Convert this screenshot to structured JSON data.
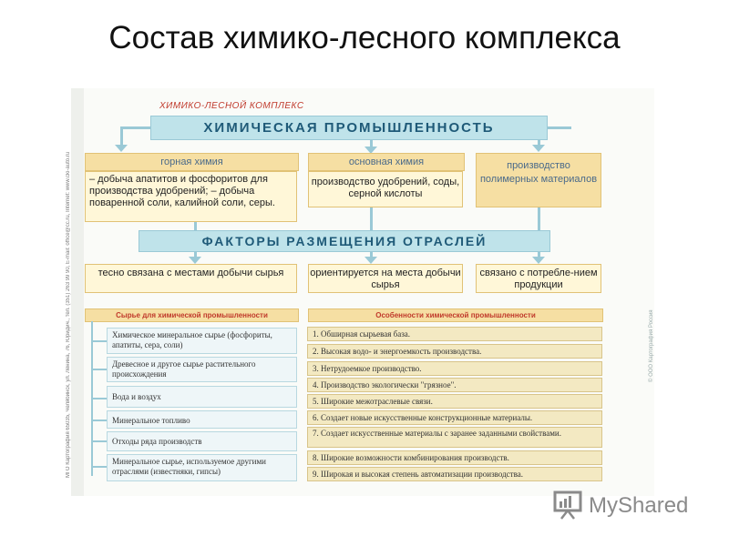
{
  "slide": {
    "title": "Состав химико-лесного комплекса"
  },
  "poster": {
    "complex_title": "ХИМИКО-ЛЕСНОЙ КОМПЛЕКС",
    "chem_industry": "ХИМИЧЕСКАЯ ПРОМЫШЛЕННОСТЬ",
    "branches": [
      {
        "header": "горная химия",
        "text": "– добыча апатитов и фосфоритов для производства удобрений; – добыча поваренной соли, калийной соли, серы."
      },
      {
        "header": "основная химия",
        "text": "производство удобрений, соды, серной кислоты"
      },
      {
        "header": "производство полимерных материалов",
        "text": ""
      }
    ],
    "factors_title": "ФАКТОРЫ РАЗМЕЩЕНИЯ ОТРАСЛЕЙ",
    "factors": [
      "тесно связана с местами добычи сырья",
      "ориентируется на места добычи сырья",
      "связано с потребле-нием продукции"
    ],
    "raw_title": "Сырье для химической промышленности",
    "raw_items": [
      "Химическое минеральное сырье (фосфориты, апатиты, сера, соли)",
      "Древесное и другое сырье растительного происхождения",
      "Вода и воздух",
      "Минеральное топливо",
      "Отходы ряда производств",
      "Минеральное сырье, используемое другими отраслями (известняки, гипсы)"
    ],
    "features_title": "Особенности химической промышленности",
    "features": [
      "1. Обширная сырьевая база.",
      "2. Высокая водо- и энергоемкость производства.",
      "3. Нетрудоемкое производство.",
      "4. Производство экологически \"грязное\".",
      "5. Широкие межотраслевые связи.",
      "6. Создает новые искусственные конструкционные материалы.",
      "7. Создает искусственные материалы с заранее заданными свойствами.",
      "8. Широкие возможности комбинирования производств.",
      "9. Широкая и высокая степень автоматизации производства."
    ],
    "side_text": "МГО Картография 65035, Челябинск, ул. Ленина, 76, Юридич., тел. (351) 263 99 90, E-mail: office@cc.ru, Internet: www.cki-auto.ru",
    "right_text": "© ООО Картография Россия"
  },
  "logo": {
    "text": "MyShared",
    "icon": "presentation-board-icon",
    "color": "#8a8a8a"
  },
  "colors": {
    "banner": "#bfe3ea",
    "header": "#f6dfa3",
    "box": "#fff7d8",
    "accent_red": "#c0392b"
  }
}
